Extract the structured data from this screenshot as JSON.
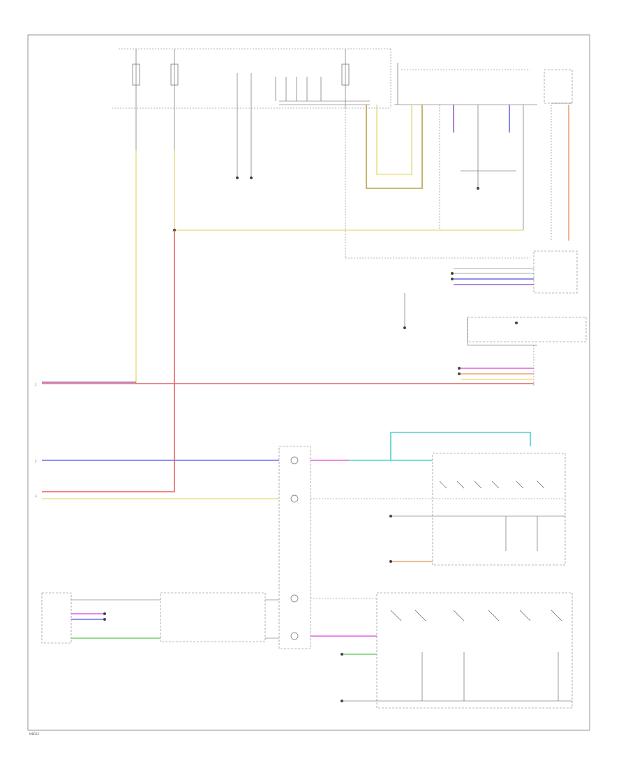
{
  "colors": {
    "border": "#666666",
    "yellow": "#e8e08a",
    "olive": "#b8a24a",
    "orange": "#f0a070",
    "red": "#e86060",
    "purple": "#9a60c0",
    "blue": "#6a6af0",
    "cyan": "#50d0d0",
    "magenta": "#e060e0",
    "green": "#70d070",
    "black": "#444444",
    "grey": "#999999"
  },
  "footer": {
    "code": "MBR22"
  },
  "connectors": {
    "left_marks": [
      "1",
      "2",
      "3"
    ]
  }
}
